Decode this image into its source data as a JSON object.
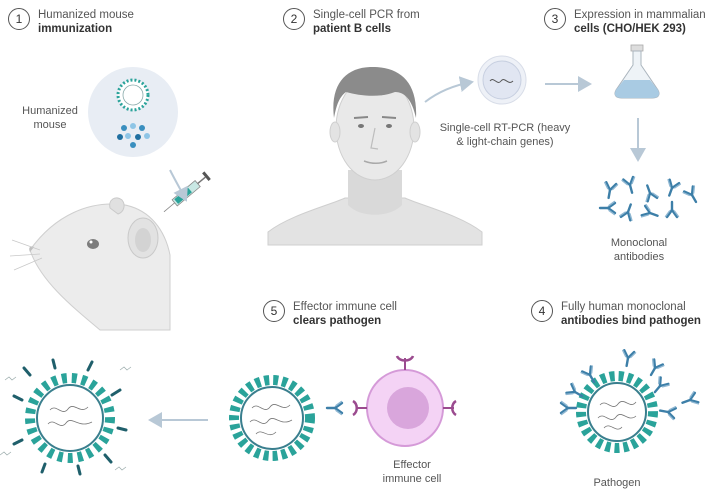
{
  "steps": [
    {
      "number": "1",
      "line1": "Humanized mouse",
      "line2": "immunization"
    },
    {
      "number": "2",
      "line1": "Single-cell PCR from",
      "line2": "patient B cells"
    },
    {
      "number": "3",
      "line1": "Expression in mammalian",
      "line2": "cells (CHO/HEK 293)"
    },
    {
      "number": "4",
      "line1": "Fully human monoclonal",
      "line2": "antibodies bind pathogen"
    },
    {
      "number": "5",
      "line1": "Effector immune cell",
      "line2": "clears pathogen"
    }
  ],
  "labels": {
    "humanized_mouse_1": "Humanized",
    "humanized_mouse_2": "mouse",
    "rtpcr_1": "Single-cell RT-PCR (heavy",
    "rtpcr_2": "& light-chain genes)",
    "mab_1": "Monoclonal",
    "mab_2": "antibodies",
    "pathogen": "Pathogen",
    "effector_1": "Effector",
    "effector_2": "immune cell"
  },
  "colors": {
    "antibody": "#3d7fa8",
    "teal": "#2aa39a",
    "dark_teal": "#1f5f6b",
    "effector": "#e8b8ea",
    "arrow": "#b8c8d6"
  }
}
